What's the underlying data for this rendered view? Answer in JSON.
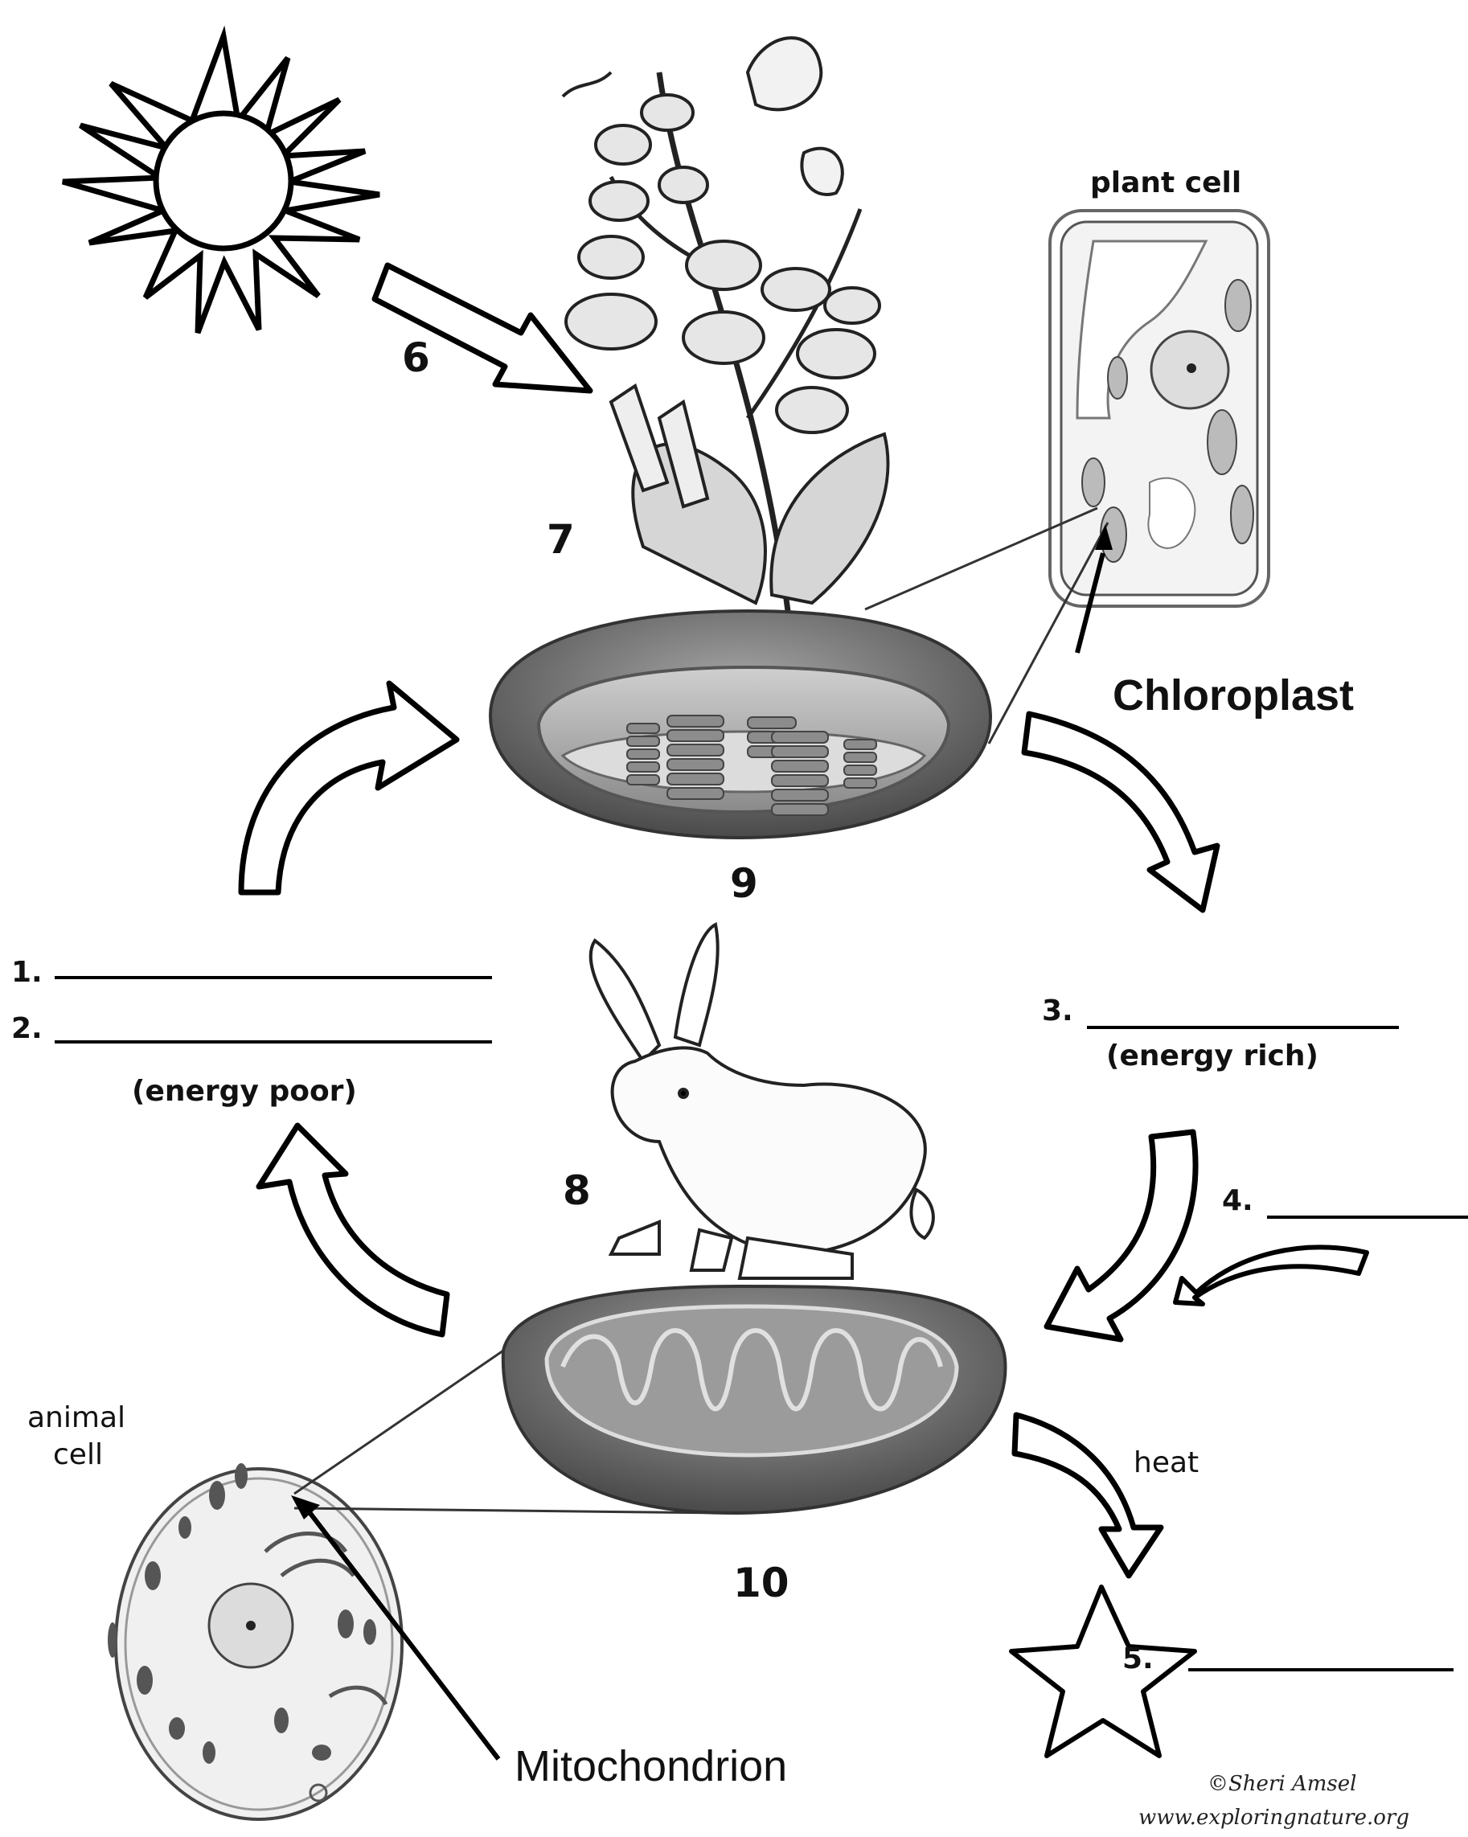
{
  "labels": {
    "plant_cell": "plant cell",
    "chloroplast": "Chloroplast",
    "animal_cell_line1": "animal",
    "animal_cell_line2": "cell",
    "mitochondrion": "Mitochondrion",
    "heat": "heat",
    "energy_poor": "(energy poor)",
    "energy_rich": "(energy rich)"
  },
  "numbers": {
    "n6": "6",
    "n7": "7",
    "n8": "8",
    "n9": "9",
    "n10": "10"
  },
  "blanks": {
    "b1": "1.",
    "b2": "2.",
    "b3": "3.",
    "b4": "4.",
    "b5": "5."
  },
  "credit": {
    "line1": "©Sheri Amsel",
    "line2": "www.exploringnature.org"
  }
}
